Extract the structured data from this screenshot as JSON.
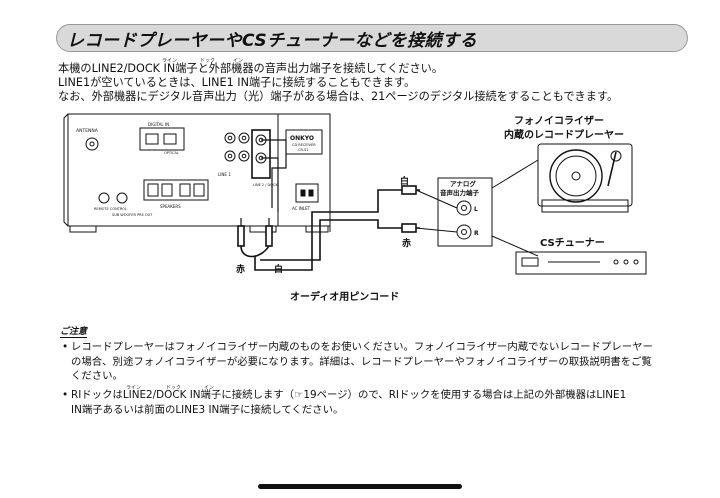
{
  "heading": "レコードプレーヤーやCSチューナーなどを接続する",
  "intro": {
    "line1": "本機のLINE2/DOCK IN端子と外部機器の音声出力端子を接続してください。",
    "line2": "LINE1が空いているときは、LINE1 IN端子に接続することもできます。",
    "line3": "なお、外部機器にデジタル音声出力（光）端子がある場合は、21ページのデジタル接続をすることもできます。",
    "ruby_line": "ライン",
    "ruby_dock": "ドック",
    "ruby_in": "イン"
  },
  "diagram": {
    "brand": "ONKYO",
    "model_line": "CD RECEIVER",
    "model": "CR-S1",
    "antenna": "ANTENNA",
    "digital_in": "DIGITAL IN",
    "optical": "OPTICAL",
    "speakers": "SPEAKERS",
    "line1": "LINE 1",
    "line2_dock": "LINE 2 / DOCK",
    "ac_inlet": "AC INLET",
    "remote": "REMOTE CONTROL",
    "subwoofer": "SUB WOOFER PRE OUT",
    "phono_player": "フォノイコライザー",
    "phono_player_2": "内蔵のレコードプレーヤー",
    "analog_out_1": "アナログ",
    "analog_out_2": "音声出力端子",
    "ch_l": "L",
    "ch_r": "R",
    "white": "白",
    "red": "赤",
    "red_bottom": "赤",
    "white_bottom": "白",
    "cs_tuner": "CSチューナー",
    "cable": "オーディオ用ピンコード"
  },
  "notes": {
    "icon": "ご注意",
    "bullet": "•",
    "note1_line1": "レコードプレーヤーはフォノイコライザー内蔵のものをお使いください。フォノイコライザー内蔵でないレコードプレーヤー",
    "note1_line2": "の場合、別途フォノイコライザーが必要になります。詳細は、レコードプレーヤーやフォノイコライザーの取扱説明書をご覧",
    "note1_line3": "ください。",
    "note2_line1": "RIドックはLINE2/DOCK IN端子に接続します（☞19ページ）ので、RIドックを使用する場合は上記の外部機器はLINE1",
    "note2_line2": "IN端子あるいは前面のLINE3 IN端子に接続してください。"
  },
  "colors": {
    "title_bg": "#d9d9d9",
    "line": "#111111"
  }
}
